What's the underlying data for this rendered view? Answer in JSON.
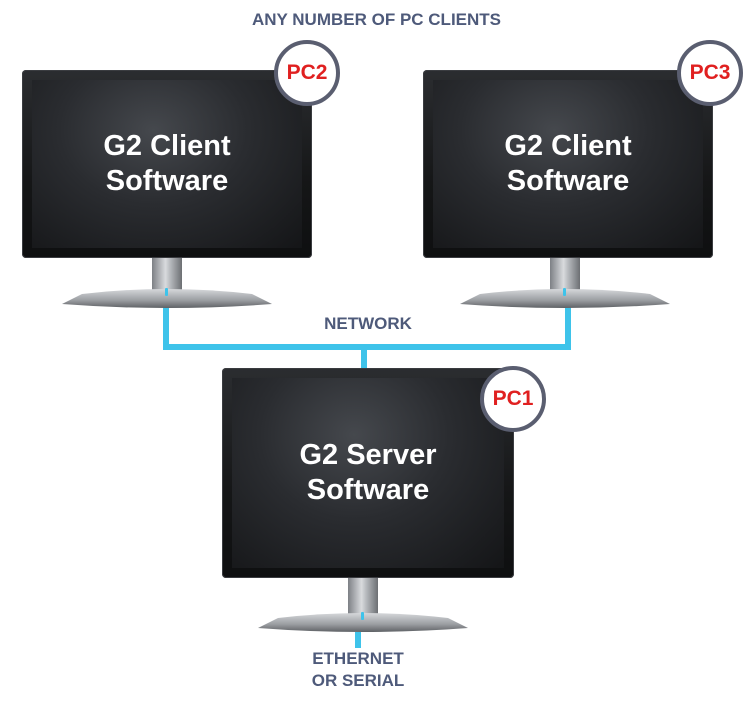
{
  "diagram": {
    "title": "ANY NUMBER OF PC CLIENTS",
    "network_label": "NETWORK",
    "bottom_label": "ETHERNET\nOR SERIAL",
    "monitors": [
      {
        "badge": "PC2",
        "screen_text": "G2 Client\nSoftware"
      },
      {
        "badge": "PC3",
        "screen_text": "G2 Client\nSoftware"
      },
      {
        "badge": "PC1",
        "screen_text": "G2 Server\nSoftware"
      }
    ],
    "colors": {
      "link": "#3ec3ea",
      "caption": "#4e5a7a",
      "badge_text": "#e02020",
      "badge_ring": "#5a5e70"
    }
  }
}
